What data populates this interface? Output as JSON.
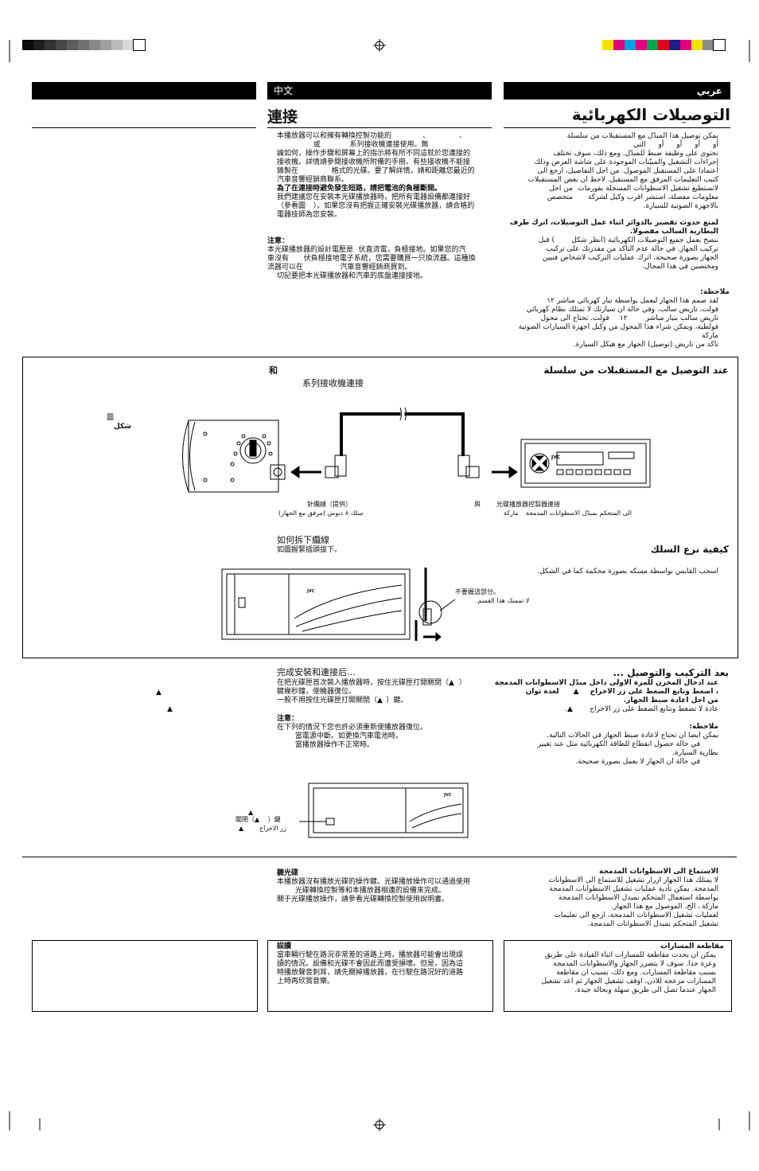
{
  "headers": {
    "chinese": "中文",
    "arabic": "عربي"
  },
  "titles": {
    "chinese": "連接",
    "arabic": "التوصيلات الكهربائية"
  },
  "chinese": {
    "intro": "本播放器可以和擁有轉換控製功能的\t\t、\t\t、\n\t\t或\t\t系列接收機連接使用。無\n論如何，操作步驟和屏幕上的指示將有所不同這就於您連接的\n接收機。詳情請參閱接收機所附備的手冊。有些接收機不能接\n錄製在\t\t格式的光碟。要了解詳情，請和距離您最近的\n汽車音響經銷商聯系。",
    "warn_bold": "為了在連接時避免發生短路，請把電池的負極斷開。",
    "warn": "我們建議您在安裝本光碟播放器時，把所有電器設備都連接好\n（參看圖\t）。如果您沒有把握正確安裝光碟播放器，請合格的\n電器技師為您安裝。",
    "note_title": "注意：",
    "note": "本光碟播放器的設計電壓是\t伏直流電，負極接地。如果您的汽\n車沒有\t伏負極接地電子系統，您需要購買一只換流器。這種換\n流器可以在\t\t汽車音響經銷商買到。",
    "note2": "切記要把本光碟播放器和汽車的底盤連接接地。",
    "conn_and": "和",
    "conn_title": "系列接收機連接",
    "fig_label": "圖",
    "cable_label": "針纜線（提供）",
    "ctrl_label_pre": "與",
    "ctrl_label": "光碟播放器控製器連接",
    "remove_title": "如何拆下纜線",
    "remove_text": "如圖握緊插頭拔下。",
    "dont_hold": "不要握這部分。",
    "after_title": "完成安裝和連接后…",
    "after_text": "在把光碟匣首次裝入播放器時，按住光碟匣打開關閉（▲\t）\n鍵幾秒鐘，使機器復位。\n一般不用按住光碟匣打開關閉（▲\t）鍵。",
    "after_note_title": "注意：",
    "after_note": "在下列的情況下您也許必須重新使播放器復位。\n\t當電源中斷。如更換汽車電池時。\n\t當播放器操作不正常時。",
    "eject_label": "關閉（▲\t）鍵",
    "listen_title": "聽光碟",
    "listen_text": "本播放器沒有播放光碟的操作鍵。光碟播放操作可以通過使用\n\t光碟轉換控製等和本播放器相連的設備來完成。\n關于光碟播放操作，請參看光碟轉換控製使用說明書。",
    "skip_title": "誤讀",
    "skip_text": "當車輛行駛在路況非常差的道路上時，播放器可能會出現誤\n讀的情況。設備和光碟不會因此而遭受損壞。但是，因為這\n時播放聲音刺耳，請先關掉播放器，在行駛在路況好的道路\n上時再欣賞音樂。"
  },
  "arabic": {
    "intro": "يمكن توصيل هذا المبدّل مع المستقبلات من سلسلة\nأو\tأو\tأو\tأو\tالتي\nتحتوي على وظيفة ضبط للمبدّل. ومع ذلك، سوف تختلف\nإجراءات التشغيل والمبيّنات الموجودة على شاشة العرض وذلك\nاعتمادا على المستقبل الموصول. من اجل التفاصيل، ارجع الى\nكتيب التعليمات المرفق مع المستقبل. لاحظ ان بعض المستقبلات\nلاتستطيع تشغيل الاسطوانات المسجلة بفورمات\tمن اجل\nمعلومات مفصلة، استشر اقرب وكيل لشركة\tمتخصص\nبالاجهزة الصوتية للسيارة.",
    "warn_bold": "لمنع حدوث تقصير بالدوائر اثناء عمل التوصيلات، اترك طرف\nالبطارية السالب مفصولا.",
    "warn": "ننصح بعمل جميع التوصيلات الكهربائية (انظر شكل\t) قبل\nتركيب الجهاز. في حالة عدم التاكد من مقدرتك على تركيب\nالجهاز بصورة صحيحة، اترك عمليات التركيب لاشخاص فنيين\nومختصين في هذا المجال.",
    "note_title": "ملاحظة:",
    "note": "لقد صمم هذا الجهاز ليعمل بواسطة تيار كهربائي مباشر\t١٢\nفولت، تاريض سالب. وفي حالة ان سيارتك لا تمتلك نظام كهربائي\nتاريض سالب بتيار مباشر\t١٢\tفولت، تحتاج الى محول\nفولطية، ويمكن شراء هذا المحول من وكيل اجهزة السيارات الصوتية\nماركة",
    "note2": "تاكد من تاريض (توصيل) الجهاز مع هيكل السيارة.",
    "conn_title": "عند التوصيل مع المستقبلات من سلسلة",
    "fig_label": "شكل",
    "cable_label": "سلك ٨ دبوس (مرفق مع الجهاز)",
    "ctrl_label": "الى المتحكم بمبدّل الاسطوانات المدمجة\tماركة",
    "remove_title": "كيفية نزع السلك",
    "remove_text": "اسحب القابس بواسطة مسكه بصورة محكمة كما في الشكل.",
    "dont_hold": "لا تمسك هذا القسم.",
    "after_title": "بعد التركيب والتوصيل ...",
    "after_bold": "عند ادخال المخزن للمرة الاولى داخل مبدّل الاسطوانات المدمجة\n، اضغط وتابع الضغط على زر الاخراج\t▲\tلعدة ثوان\nمن اجل اعادة ضبط الجهاز.",
    "after_text": "عادة لا تضغط وتتابع الضغط على زر الاخراج\t▲.",
    "after_note_title": "ملاحظة:",
    "after_note": "يمكن ايضا ان تحتاج لاعادة ضبط الجهاز في الحالات التالية.\n\tفي حالة حصول انقطاع للطاقة الكهربائية مثل عند تغيير\nبطارية السيارة.\n\tفي حالة ان الجهاز لا يعمل بصورة صحيحة.",
    "eject_label": "زر الاخراج",
    "listen_title": "الاستماع الى الاسطوانات المدمجة",
    "listen_text": "لا يمتلك هذا الجهاز ازرار تشغيل للاستماع الى الاسطوانات\nالمدمجة. يمكن تأدية عمليات تشغيل الاسطوانات المدمجة\nبواسطة استعمال المتحكم بمبدل الاسطوانات المدمجة\nماركة\t، الخ، الموصول مع هذا الجهاز.\nلعمليات تشغيل الاسطوانات المدمجة، ارجع الى تعليمات\nتشغيل المتحكم بمبدل الاسطوانات المدمجة.",
    "skip_title": "مقاطعة المسارات",
    "skip_text": "يمكن ان يحدث مقاطعة للمسارات اثناء القيادة على طريق\nوعرة جدا. سوف لا يتضرر الجهاز والاسطوانات المدمجة\nبسبب مقاطعة المسارات. ومع ذلك، بسبب ان مقاطعة\nالمسارات مزعجة للاذن، اوقف تشغيل الجهاز ثم اعد تشغيل\nالجهاز عندما تصل الى طريق سهلة وبحالة جيدة."
  },
  "device": {
    "brand": "JVC"
  },
  "colors": {
    "gray_swatches": [
      "#0a0a0a",
      "#1e1e1e",
      "#333333",
      "#474747",
      "#5c5c5c",
      "#717171",
      "#888888",
      "#a0a0a0",
      "#bcbcbc",
      "#d8d8d8",
      "#ffffff"
    ],
    "color_swatches": [
      "#f2e400",
      "#e4007e",
      "#00a0e4",
      "#e4007e",
      "#00a650",
      "#e4001b",
      "#1d2088",
      "#e4007e",
      "#f2e400",
      "#8a8a8a",
      "#ffffff"
    ]
  }
}
